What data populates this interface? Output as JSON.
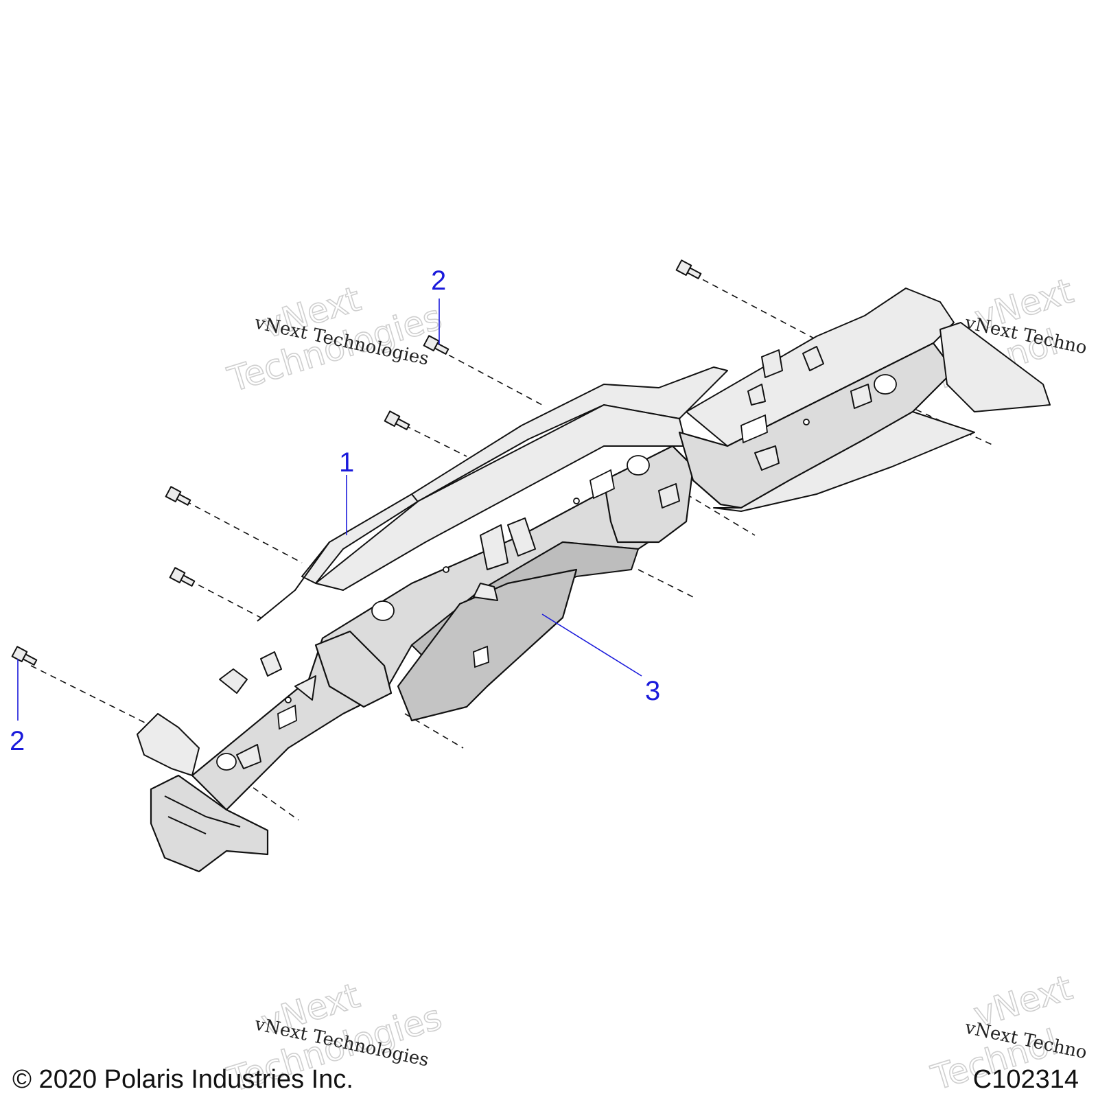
{
  "callouts": {
    "c1": "1",
    "c2_top": "2",
    "c2_left": "2",
    "c3": "3"
  },
  "watermark": {
    "line1": "vNext",
    "line2": "Technologies",
    "tagline": "vNext Technologies",
    "tagline_cut": "vNext Techno",
    "line1_cut": "vNext",
    "line2_cut": "Technol"
  },
  "footer": {
    "copyright": "© 2020 Polaris Industries Inc.",
    "drawing_id": "C102314"
  },
  "colors": {
    "callout": "#1a1adb",
    "part_fill": "#dcdcdc",
    "plate_fill": "#c4c4c4"
  }
}
